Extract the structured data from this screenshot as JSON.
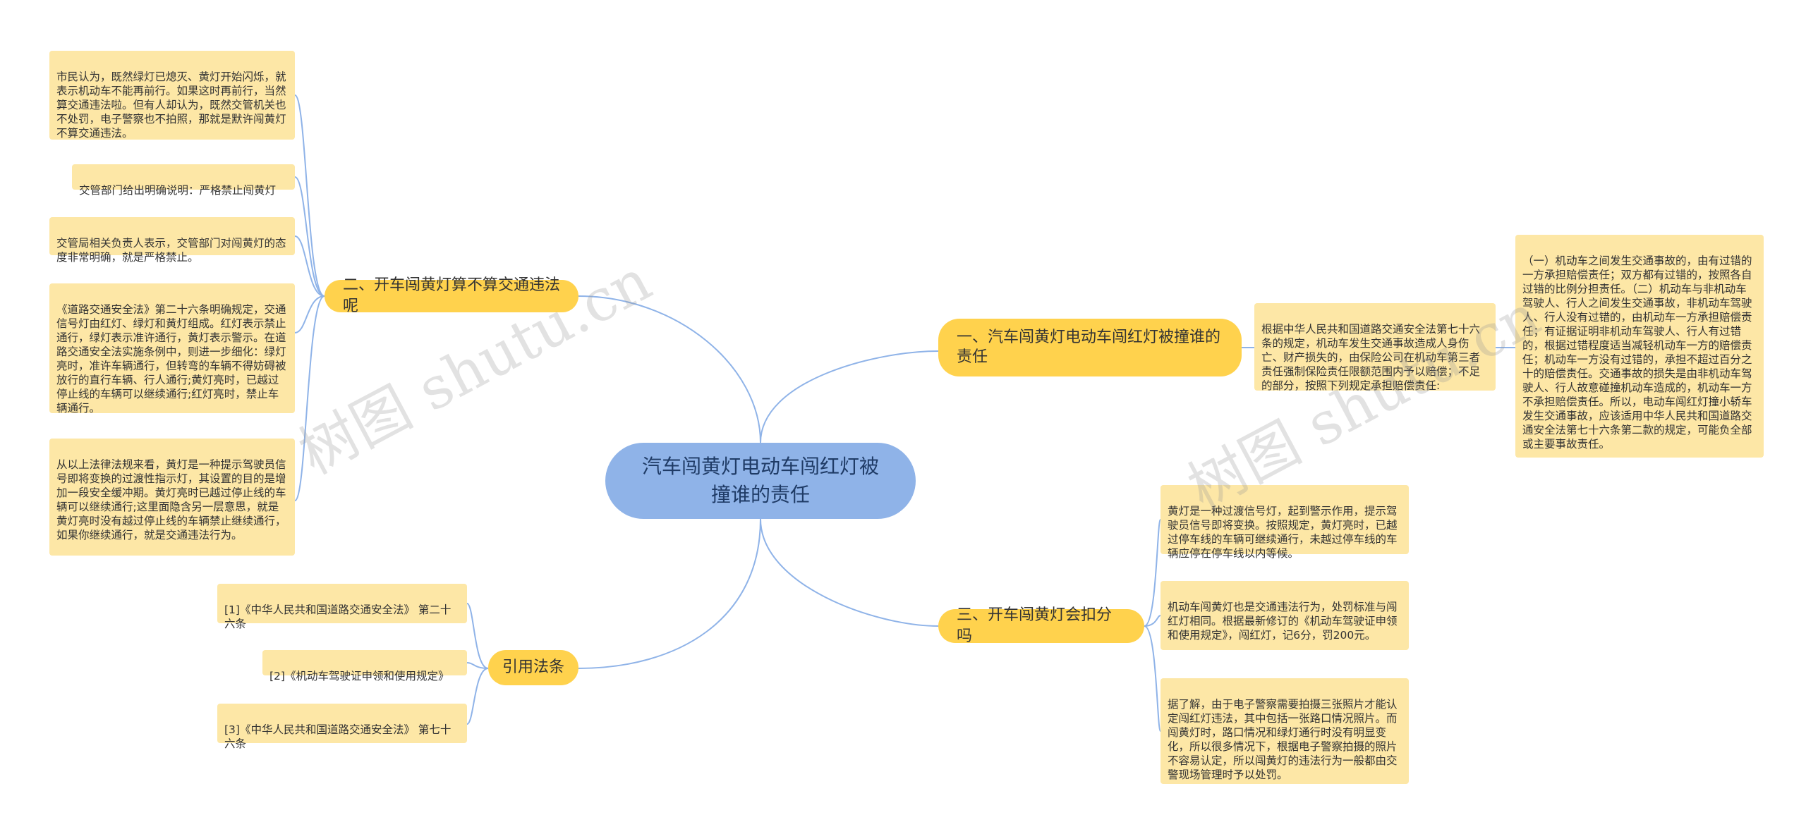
{
  "root": {
    "title": "汽车闯黄灯电动车闯红灯被撞谁的责任"
  },
  "branches": {
    "b1": {
      "label": "一、汽车闯黄灯电动车闯红灯被撞谁的责任"
    },
    "b2": {
      "label": "二、开车闯黄灯算不算交通违法呢"
    },
    "b3": {
      "label": "三、开车闯黄灯会扣分吗"
    },
    "b4": {
      "label": "引用法条"
    }
  },
  "leaves": {
    "b1_1": "根据中华人民共和国道路交通安全法第七十六条的规定，机动车发生交通事故造成人身伤亡、财产损失的，由保险公司在机动车第三者责任强制保险责任限额范围内予以赔偿；不足的部分，按照下列规定承担赔偿责任:",
    "b1_1_1": "（一）机动车之间发生交通事故的，由有过错的一方承担赔偿责任；双方都有过错的，按照各自过错的比例分担责任。（二）机动车与非机动车驾驶人、行人之间发生交通事故，非机动车驾驶人、行人没有过错的，由机动车一方承担赔偿责任；有证据证明非机动车驾驶人、行人有过错的，根据过错程度适当减轻机动车一方的赔偿责任；机动车一方没有过错的，承担不超过百分之十的赔偿责任。交通事故的损失是由非机动车驾驶人、行人故意碰撞机动车造成的，机动车一方不承担赔偿责任。所以，电动车闯红灯撞小轿车发生交通事故，应该适用中华人民共和国道路交通安全法第七十六条第二款的规定，可能负全部或主要事故责任。",
    "b2_1": "市民认为，既然绿灯已熄灭、黄灯开始闪烁，就表示机动车不能再前行。如果这时再前行，当然算交通违法啦。但有人却认为，既然交管机关也不处罚，电子警察也不拍照，那就是默许闯黄灯不算交通违法。",
    "b2_2": "交管部门给出明确说明：严格禁止闯黄灯",
    "b2_3": "交管局相关负责人表示，交管部门对闯黄灯的态度非常明确，就是严格禁止。",
    "b2_4": "《道路交通安全法》第二十六条明确规定，交通信号灯由红灯、绿灯和黄灯组成。红灯表示禁止通行，绿灯表示准许通行，黄灯表示警示。在道路交通安全法实施条例中，则进一步细化：绿灯亮时，准许车辆通行，但转弯的车辆不得妨碍被放行的直行车辆、行人通行;黄灯亮时，已越过停止线的车辆可以继续通行;红灯亮时，禁止车辆通行。",
    "b2_5": "从以上法律法规来看，黄灯是一种提示驾驶员信号即将变换的过渡性指示灯，其设置的目的是增加一段安全缓冲期。黄灯亮时已越过停止线的车辆可以继续通行;这里面隐含另一层意思，就是黄灯亮时没有越过停止线的车辆禁止继续通行，如果你继续通行，就是交通违法行为。",
    "b3_1": "黄灯是一种过渡信号灯，起到警示作用，提示驾驶员信号即将变换。按照规定，黄灯亮时，已越过停车线的车辆可继续通行，未越过停车线的车辆应停在停车线以内等候。",
    "b3_2": "机动车闯黄灯也是交通违法行为，处罚标准与闯红灯相同。根据最新修订的《机动车驾驶证申领和使用规定》，闯红灯，记6分，罚200元。",
    "b3_3": "据了解，由于电子警察需要拍摄三张照片才能认定闯红灯违法，其中包括一张路口情况照片。而闯黄灯时，路口情况和绿灯通行时没有明显变化，所以很多情况下，根据电子警察拍摄的照片不容易认定，所以闯黄灯的违法行为一般都由交警现场管理时予以处罚。",
    "b4_1": "[1]《中华人民共和国道路交通安全法》 第二十六条",
    "b4_2": "[2]《机动车驾驶证申领和使用规定》",
    "b4_3": "[3]《中华人民共和国道路交通安全法》 第七十六条"
  },
  "watermarks": [
    "树图 shutu.cn",
    "树图 shutu.cn"
  ],
  "colors": {
    "root": "#8fb3e8",
    "branch": "#ffd24d",
    "leaf": "#fde7a6",
    "line": "#8fb3e8"
  }
}
